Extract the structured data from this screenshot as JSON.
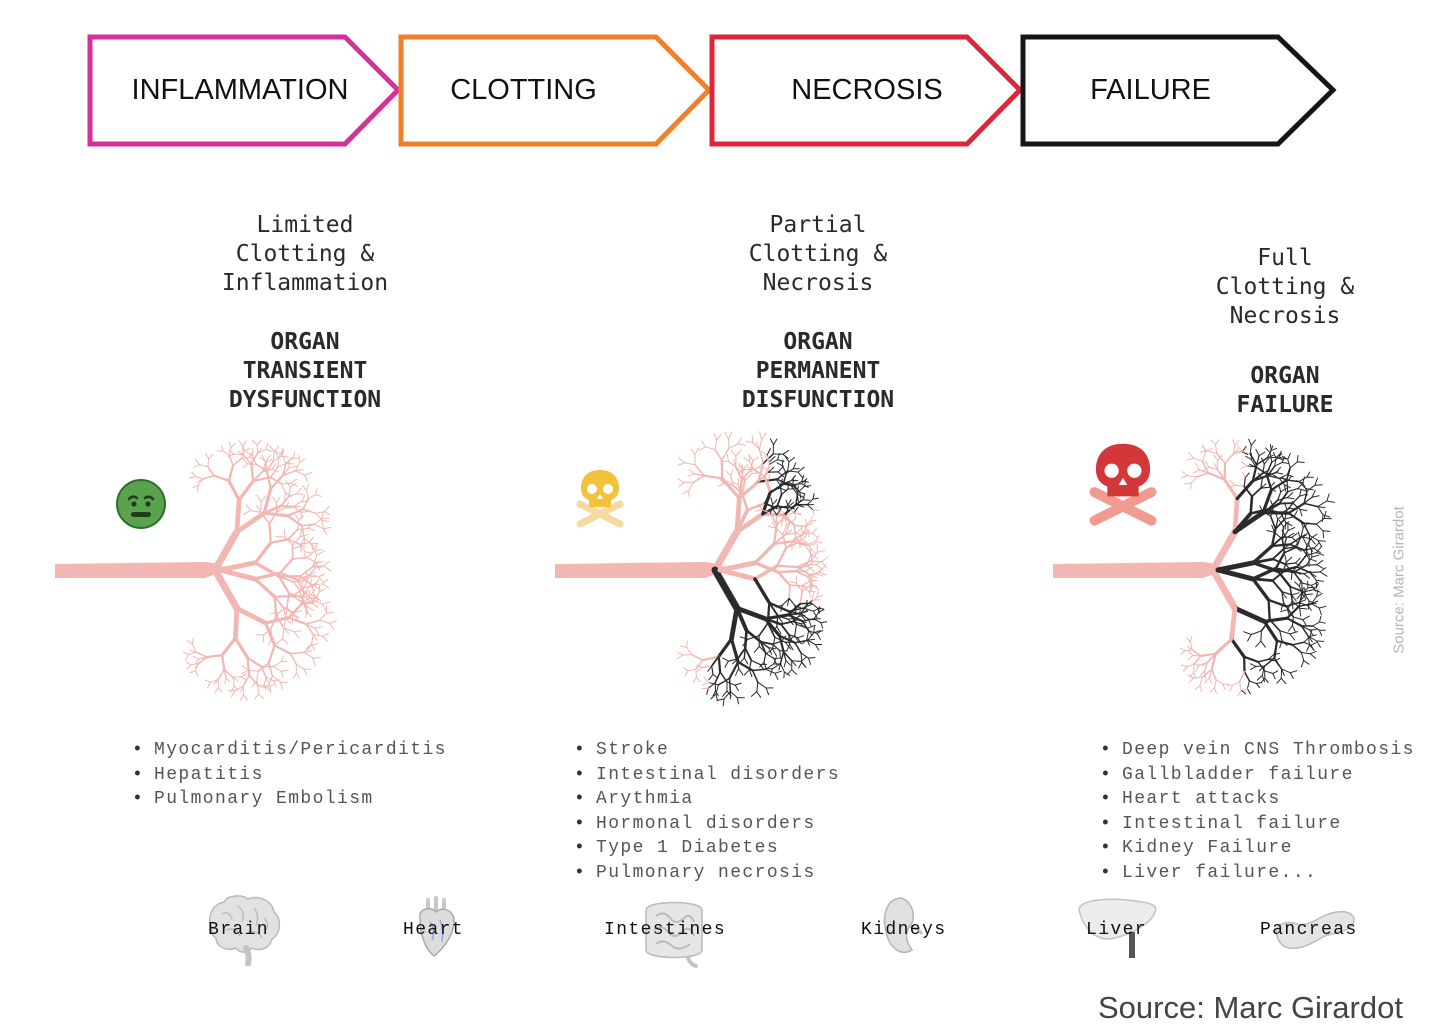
{
  "stages": [
    {
      "label": "INFLAMMATION",
      "color": "#d6319a"
    },
    {
      "label": "CLOTTING",
      "color": "#ee7f2b"
    },
    {
      "label": "NECROSIS",
      "color": "#e0243a"
    },
    {
      "label": "FAILURE",
      "color": "#151515"
    }
  ],
  "columns": [
    {
      "description": "Limited\nClotting &\nInflammation",
      "organ_status": "ORGAN\nTRANSIENT\nDYSFUNCTION",
      "status_icon": "sick-face-icon",
      "status_color": "#4e9a43",
      "conditions": [
        "Myocarditis/Pericarditis",
        "Hepatitis",
        "Pulmonary Embolism"
      ]
    },
    {
      "description": "Partial\nClotting &\nNecrosis",
      "organ_status": "ORGAN\nPERMANENT\nDISFUNCTION",
      "status_icon": "skull-crossbones-icon",
      "status_color": "#f2c23a",
      "conditions": [
        "Stroke",
        "Intestinal disorders",
        "Arythmia",
        "Hormonal disorders",
        "Type 1 Diabetes",
        "Pulmonary necrosis"
      ]
    },
    {
      "description": "Full\nClotting &\nNecrosis",
      "organ_status": "ORGAN\nFAILURE",
      "status_icon": "skull-crossbones-icon",
      "status_color": "#d3373a",
      "conditions": [
        "Deep vein CNS Thrombosis",
        "Gallbladder failure",
        "Heart attacks",
        "Intestinal failure",
        "Kidney Failure",
        "Liver failure..."
      ]
    }
  ],
  "organs": [
    {
      "label": "Brain",
      "icon": "brain-icon"
    },
    {
      "label": "Heart",
      "icon": "heart-icon"
    },
    {
      "label": "Intestines",
      "icon": "intestines-icon"
    },
    {
      "label": "Kidneys",
      "icon": "kidney-icon"
    },
    {
      "label": "Liver",
      "icon": "liver-icon"
    },
    {
      "label": "Pancreas",
      "icon": "pancreas-icon"
    }
  ],
  "vessel_colors": {
    "healthy": "#f2b7b2",
    "necrotic": "#2b2b2b"
  },
  "watermark": "Source: Marc Girardot",
  "source": "Source: Marc Girardot"
}
